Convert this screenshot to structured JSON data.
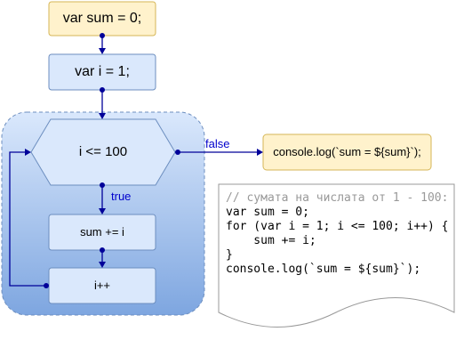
{
  "nodes": {
    "init_sum": "var sum = 0;",
    "init_i": "var i = 1;",
    "condition": "i <= 100",
    "body": "sum += i",
    "increment": "i++",
    "output": "console.log(`sum = ${sum}`);"
  },
  "edges": {
    "true_label": "true",
    "false_label": "false"
  },
  "code": {
    "lines": [
      "// сумата на числата от 1 - 100:",
      "var sum = 0;",
      "for (var i = 1; i <= 100; i++) {",
      "    sum += i;",
      "}",
      "console.log(`sum = ${sum}`);"
    ]
  },
  "colors": {
    "yellow_fill": "#FFF2CC",
    "yellow_stroke": "#D6B656",
    "blue_fill": "#DAE8FC",
    "blue_stroke": "#6C8EBF",
    "edge": "#000099",
    "label": "#0000CC",
    "loop_gradient_top": "#DAE8FC",
    "loop_gradient_bottom": "#7EA6E0"
  }
}
